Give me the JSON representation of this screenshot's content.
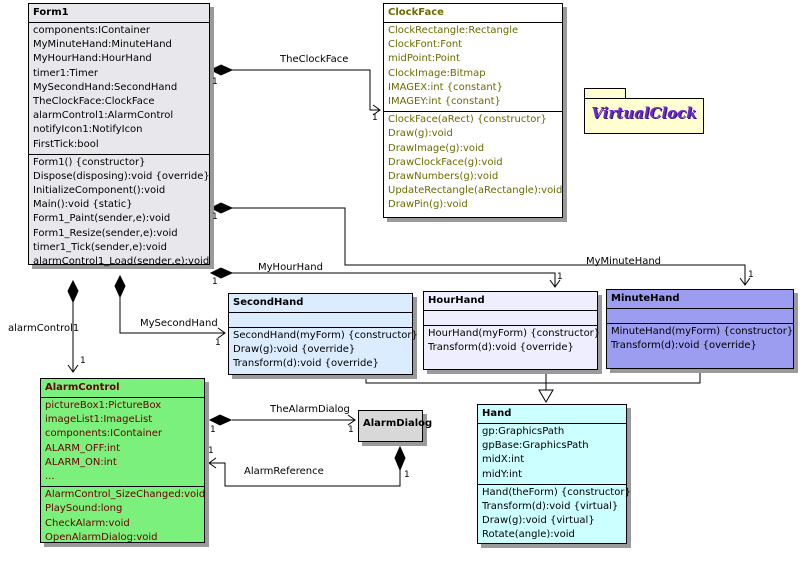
{
  "package": {
    "name": "VirtualClock"
  },
  "classes": {
    "form1": {
      "name": "Form1",
      "attributes": [
        "components:IContainer",
        "MyMinuteHand:MinuteHand",
        "MyHourHand:HourHand",
        "timer1:Timer",
        "MySecondHand:SecondHand",
        "TheClockFace:ClockFace",
        "alarmControl1:AlarmControl",
        "notifyIcon1:NotifyIcon",
        "FirstTick:bool"
      ],
      "methods": [
        "Form1() {constructor}",
        "Dispose(disposing):void {override}",
        "InitializeComponent():void",
        "Main():void {static}",
        "Form1_Paint(sender,e):void",
        "Form1_Resize(sender,e):void",
        "timer1_Tick(sender,e):void",
        "alarmControl1_Load(sender,e):void"
      ]
    },
    "clockface": {
      "name": "ClockFace",
      "attributes": [
        "ClockRectangle:Rectangle",
        "ClockFont:Font",
        "midPoint:Point",
        "ClockImage:Bitmap",
        "IMAGEX:int {constant}",
        "IMAGEY:int {constant}"
      ],
      "methods": [
        "ClockFace(aRect) {constructor}",
        "Draw(g):void",
        "DrawImage(g):void",
        "DrawClockFace(g):void",
        "DrawNumbers(g):void",
        "UpdateRectangle(aRectangle):void",
        "DrawPin(g):void"
      ]
    },
    "secondhand": {
      "name": "SecondHand",
      "methods": [
        "SecondHand(myForm) {constructor}",
        "Draw(g):void {override}",
        "Transform(d):void {override}"
      ]
    },
    "hourhand": {
      "name": "HourHand",
      "methods": [
        "HourHand(myForm) {constructor}",
        "Transform(d):void {override}"
      ]
    },
    "minutehand": {
      "name": "MinuteHand",
      "methods": [
        "MinuteHand(myForm) {constructor}",
        "Transform(d):void {override}"
      ]
    },
    "hand": {
      "name": "Hand",
      "attributes": [
        "gp:GraphicsPath",
        "gpBase:GraphicsPath",
        "midX:int",
        "midY:int"
      ],
      "methods": [
        "Hand(theForm) {constructor}",
        "Transform(d):void {virtual}",
        "Draw(g):void {virtual}",
        "Rotate(angle):void"
      ]
    },
    "alarmcontrol": {
      "name": "AlarmControl",
      "attributes": [
        "pictureBox1:PictureBox",
        "imageList1:ImageList",
        "components:IContainer",
        "ALARM_OFF:int",
        "ALARM_ON:int",
        "..."
      ],
      "methods": [
        "AlarmControl_SizeChanged:void",
        "PlaySound:long",
        "CheckAlarm:void",
        "OpenAlarmDialog:void"
      ]
    },
    "alarmdialog": {
      "name": "AlarmDialog"
    }
  },
  "associations": {
    "clockface": "TheClockFace",
    "hourhand": "MyHourHand",
    "minutehand": "MyMinuteHand",
    "secondhand": "MySecondHand",
    "alarmcontrol": "alarmControl1",
    "alarmdialog": "TheAlarmDialog",
    "alarmreference": "AlarmReference"
  },
  "multiplicity": "1"
}
